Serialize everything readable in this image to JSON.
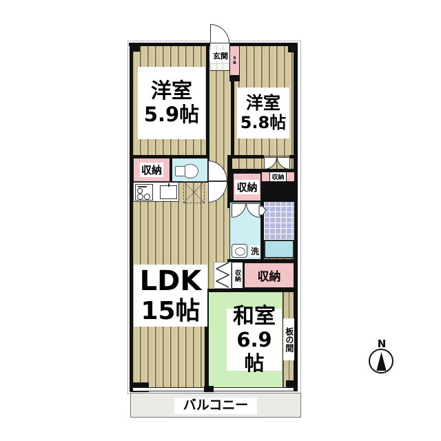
{
  "rooms": {
    "western1": {
      "name": "洋室",
      "size": "5.9帖"
    },
    "western2": {
      "name": "洋室",
      "size": "5.8帖"
    },
    "ldk": {
      "name": "LDK",
      "size": "15帖"
    },
    "japanese": {
      "name": "和室",
      "size": "6.9帖"
    },
    "entrance": {
      "label": "玄関"
    },
    "shoe_box": {
      "label": "SB"
    },
    "wood_floor_strip": {
      "label": "板の間"
    },
    "balcony": {
      "label": "バルコニー"
    }
  },
  "closets": {
    "left": "収納",
    "middle": "収納",
    "top_right": "収納",
    "small_vertical": "収納",
    "bottom": "収納"
  },
  "fixtures": {
    "laundry": "洗"
  },
  "compass": {
    "north": "N"
  },
  "colors": {
    "wood": "#d9cda5",
    "wood_line": "#6a6149",
    "closet_pink": "#f2c3c7",
    "water_cyan": "#cdeff4",
    "bath_tile": "#b6badf",
    "tatami_green": "#ceeebc",
    "balcony_gray": "#eaeae7",
    "wall": "#101010"
  }
}
